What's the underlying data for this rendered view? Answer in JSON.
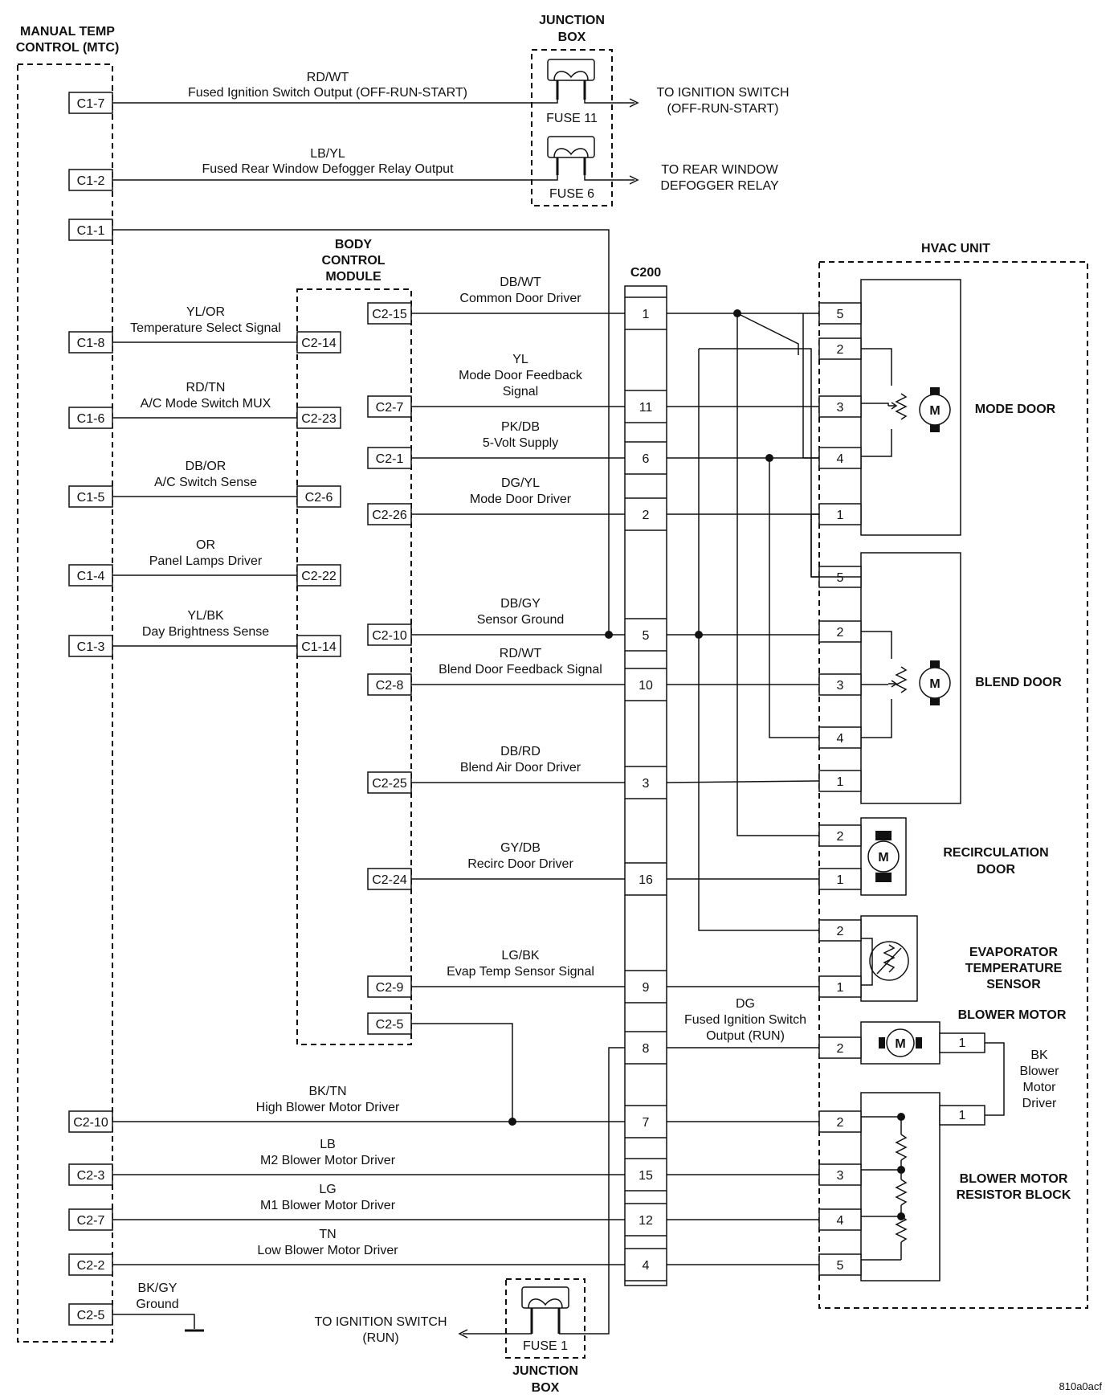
{
  "mtc": {
    "title": [
      "MANUAL TEMP",
      "CONTROL (MTC)"
    ],
    "pins": [
      {
        "label": "C1-7",
        "row": 1
      },
      {
        "label": "C1-2",
        "row": 2
      },
      {
        "label": "C1-1",
        "row": 3
      },
      {
        "label": "C1-8",
        "row": 4
      },
      {
        "label": "C1-6",
        "row": 5
      },
      {
        "label": "C1-5",
        "row": 6
      },
      {
        "label": "C1-4",
        "row": 7
      },
      {
        "label": "C1-3",
        "row": 8
      },
      {
        "label": "C2-10",
        "row": 9
      },
      {
        "label": "C2-3",
        "row": 10
      },
      {
        "label": "C2-7",
        "row": 11
      },
      {
        "label": "C2-2",
        "row": 12
      },
      {
        "label": "C2-5",
        "row": 13
      }
    ]
  },
  "junction_box_top": {
    "title": [
      "JUNCTION",
      "BOX"
    ],
    "fuse_a": "FUSE 11",
    "fuse_b": "FUSE 6"
  },
  "junction_box_bottom": {
    "title": [
      "JUNCTION",
      "BOX"
    ],
    "fuse": "FUSE 1"
  },
  "bcm": {
    "title": [
      "BODY",
      "CONTROL",
      "MODULE"
    ],
    "left_pins": [
      "C2-14",
      "C2-23",
      "C2-6",
      "C2-22",
      "C1-14"
    ],
    "right_pins": [
      "C2-15",
      "C2-7",
      "C2-1",
      "C2-26",
      "C2-10",
      "C2-8",
      "C2-25",
      "C2-24",
      "C2-9",
      "C2-5"
    ]
  },
  "c200": {
    "title": "C200",
    "pins": [
      "1",
      "11",
      "6",
      "2",
      "5",
      "10",
      "3",
      "16",
      "9",
      "8",
      "7",
      "15",
      "12",
      "4"
    ]
  },
  "wires_top": [
    {
      "color": "RD/WT",
      "desc": "Fused Ignition Switch Output (OFF-RUN-START)",
      "dest": [
        "TO IGNITION SWITCH",
        "(OFF-RUN-START)"
      ]
    },
    {
      "color": "LB/YL",
      "desc": "Fused Rear Window Defogger Relay Output",
      "dest": [
        "TO REAR WINDOW",
        "DEFOGGER RELAY"
      ]
    }
  ],
  "wires_mtc_bcm": [
    {
      "color": "YL/OR",
      "desc": "Temperature Select Signal"
    },
    {
      "color": "RD/TN",
      "desc": "A/C Mode Switch MUX"
    },
    {
      "color": "DB/OR",
      "desc": "A/C Switch Sense"
    },
    {
      "color": "OR",
      "desc": "Panel Lamps Driver"
    },
    {
      "color": "YL/BK",
      "desc": "Day Brightness Sense"
    }
  ],
  "wires_bcm_c200": [
    {
      "color": "DB/WT",
      "desc": [
        "Common Door Driver"
      ]
    },
    {
      "color": "YL",
      "desc": [
        "Mode Door Feedback",
        "Signal"
      ]
    },
    {
      "color": "PK/DB",
      "desc": [
        "5-Volt Supply"
      ]
    },
    {
      "color": "DG/YL",
      "desc": [
        "Mode Door Driver"
      ]
    },
    {
      "color": "DB/GY",
      "desc": [
        "Sensor Ground"
      ]
    },
    {
      "color": "RD/WT",
      "desc": [
        "Blend Door Feedback Signal"
      ]
    },
    {
      "color": "DB/RD",
      "desc": [
        "Blend Air Door Driver"
      ]
    },
    {
      "color": "GY/DB",
      "desc": [
        "Recirc Door Driver"
      ]
    },
    {
      "color": "LG/BK",
      "desc": [
        "Evap Temp Sensor Signal"
      ]
    }
  ],
  "wires_blower": [
    {
      "color": "BK/TN",
      "desc": "High Blower Motor Driver"
    },
    {
      "color": "LB",
      "desc": "M2 Blower Motor Driver"
    },
    {
      "color": "LG",
      "desc": "M1 Blower Motor Driver"
    },
    {
      "color": "TN",
      "desc": "Low Blower Motor Driver"
    },
    {
      "color": "BK/GY",
      "desc": "Ground"
    }
  ],
  "fused_run": {
    "color": "DG",
    "desc": [
      "Fused Ignition Switch",
      "Output (RUN)"
    ],
    "dest": [
      "TO IGNITION SWITCH",
      "(RUN)"
    ]
  },
  "hvac": {
    "title": "HVAC UNIT",
    "mode_door": {
      "name": "MODE DOOR",
      "pins": [
        "5",
        "2",
        "3",
        "4",
        "1"
      ]
    },
    "blend_door": {
      "name": "BLEND DOOR",
      "pins": [
        "5",
        "2",
        "3",
        "4",
        "1"
      ]
    },
    "recirc_door": {
      "name": [
        "RECIRCULATION",
        "DOOR"
      ],
      "pins": [
        "2",
        "1"
      ]
    },
    "evap_sensor": {
      "name": [
        "EVAPORATOR",
        "TEMPERATURE",
        "SENSOR"
      ],
      "pins": [
        "2",
        "1"
      ]
    },
    "blower_motor": {
      "name": "BLOWER MOTOR",
      "pins": [
        "2",
        "1"
      ]
    },
    "resistor_block": {
      "name": [
        "BLOWER MOTOR",
        "RESISTOR BLOCK"
      ],
      "pins": [
        "2",
        "3",
        "4",
        "5",
        "1"
      ]
    },
    "motor_glyph": "M"
  },
  "bk_wire": {
    "color": "BK",
    "desc": [
      "Blower",
      "Motor",
      "Driver"
    ]
  },
  "figure_id": "810a0acf"
}
